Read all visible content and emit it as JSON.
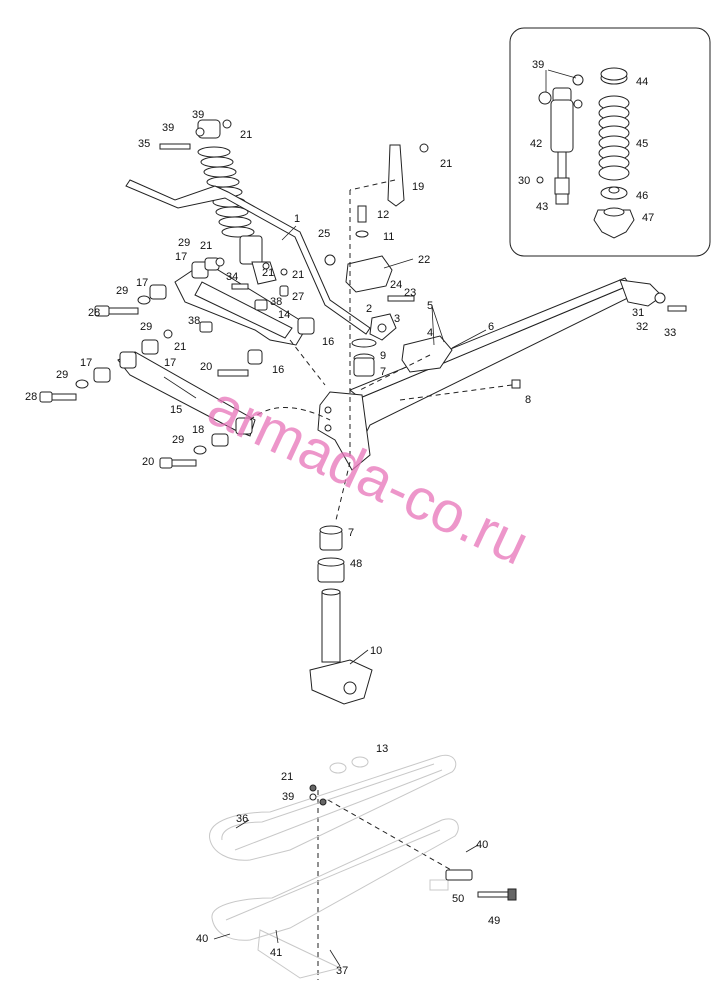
{
  "watermark": "armada-co.ru",
  "callouts": {
    "c1": "1",
    "c2": "2",
    "c3": "3",
    "c4": "4",
    "c5": "5",
    "c6": "6",
    "c7a": "7",
    "c7b": "7",
    "c8": "8",
    "c9": "9",
    "c10": "10",
    "c11": "11",
    "c12": "12",
    "c13": "13",
    "c14": "14",
    "c15": "15",
    "c16a": "16",
    "c16b": "16",
    "c17a": "17",
    "c17b": "17",
    "c17c": "17",
    "c17d": "17",
    "c18": "18",
    "c19": "19",
    "c20a": "20",
    "c20b": "20",
    "c21a": "21",
    "c21b": "21",
    "c21c": "21",
    "c21d": "21",
    "c21e": "21",
    "c21f": "21",
    "c21g": "21",
    "c22": "22",
    "c23": "23",
    "c24": "24",
    "c25": "25",
    "c27": "27",
    "c28a": "28",
    "c28b": "28",
    "c29a": "29",
    "c29b": "29",
    "c29c": "29",
    "c29d": "29",
    "c29e": "29",
    "c30": "30",
    "c31": "31",
    "c32": "32",
    "c33": "33",
    "c34": "34",
    "c35": "35",
    "c36": "36",
    "c37": "37",
    "c38a": "38",
    "c38b": "38",
    "c39a": "39",
    "c39b": "39",
    "c39c": "39",
    "c39d": "39",
    "c40a": "40",
    "c40b": "40",
    "c41": "41",
    "c42": "42",
    "c43": "43",
    "c44": "44",
    "c45": "45",
    "c46": "46",
    "c47": "47",
    "c48": "48",
    "c49": "49",
    "c50": "50"
  }
}
